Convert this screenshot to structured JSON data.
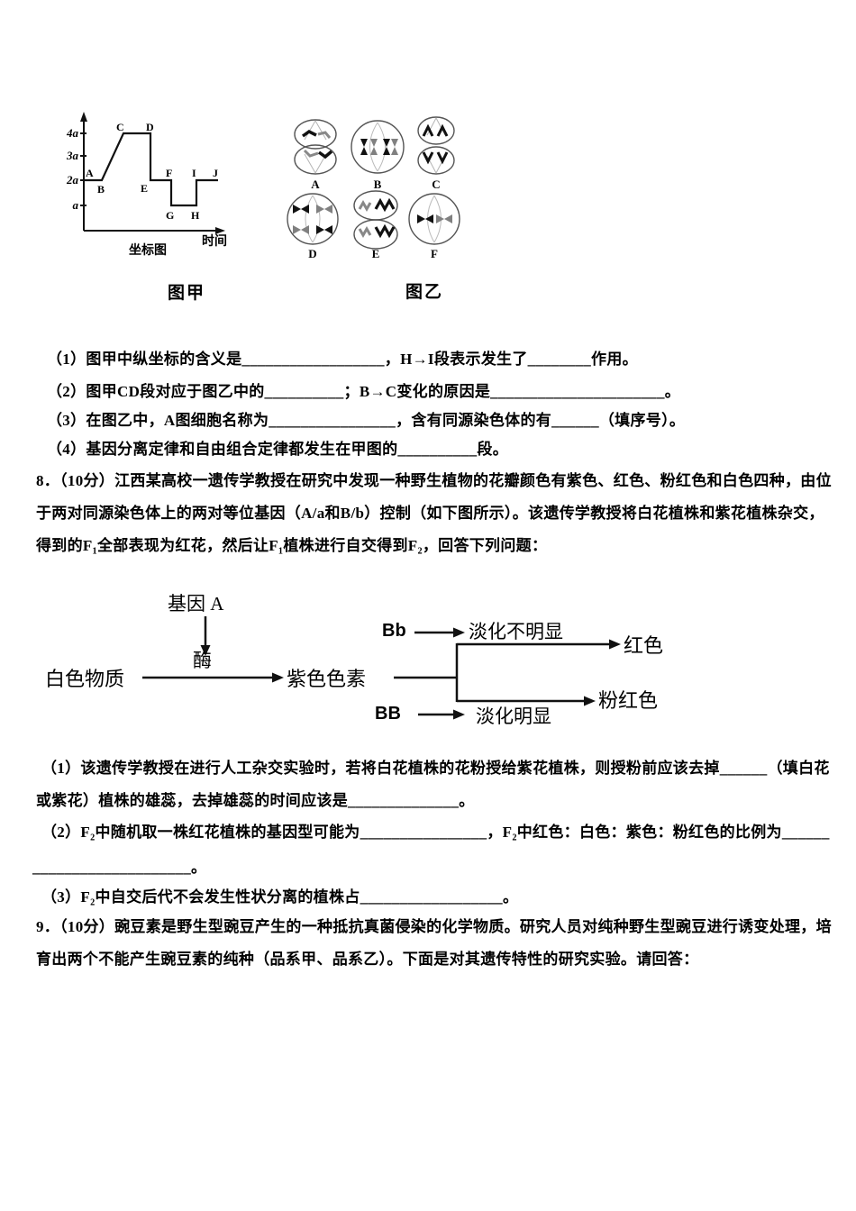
{
  "figure_jia": {
    "caption": "图甲",
    "chart_title": "坐标图",
    "xlabel": "时间",
    "yticks": [
      "4a",
      "3a",
      "2a",
      "a"
    ],
    "point_labels": [
      "A",
      "B",
      "C",
      "D",
      "E",
      "F",
      "G",
      "H",
      "I",
      "J"
    ]
  },
  "figure_yi": {
    "caption": "图乙",
    "cell_labels": [
      "A",
      "B",
      "C",
      "D",
      "E",
      "F"
    ]
  },
  "chart_data": {
    "type": "line",
    "title": "坐标图",
    "xlabel": "时间",
    "ylabel": "",
    "yticks": [
      "a",
      "2a",
      "3a",
      "4a"
    ],
    "grid": false,
    "points": [
      {
        "label": "A",
        "y": "2a"
      },
      {
        "label": "B",
        "y": "2a"
      },
      {
        "label": "C",
        "y": "4a"
      },
      {
        "label": "D",
        "y": "4a"
      },
      {
        "label": "E",
        "y": "2a"
      },
      {
        "label": "F",
        "y": "2a"
      },
      {
        "label": "G",
        "y": "a"
      },
      {
        "label": "H",
        "y": "a"
      },
      {
        "label": "I",
        "y": "2a"
      },
      {
        "label": "J",
        "y": "2a"
      }
    ]
  },
  "q7": {
    "parts": [
      "（1）图甲中纵坐标的含义是__________________，H→I段表示发生了________作用。",
      "（2）图甲CD段对应于图乙中的__________；B→C变化的原因是______________________。",
      "（3）在图乙中，A图细胞名称为________________，含有同源染色体的有______（填序号）。",
      "（4）基因分离定律和自由组合定律都发生在甲图的__________段。"
    ]
  },
  "q8": {
    "stem_lines": [
      "8．（10分）江西某高校一遗传学教授在研究中发现一种野生植物的花瓣颜色有紫色、红色、粉红色和白色四种，由位",
      "于两对同源染色体上的两对等位基因（A/a和B/b）控制（如下图所示）。该遗传学教授将白花植株和紫花植株杂交，",
      "得到的F₁全部表现为红花，然后让F₁植株进行自交得到F₂，回答下列问题："
    ],
    "diagram": {
      "gene_label": "基因 A",
      "enzyme": "酶",
      "substrate": "白色物质",
      "pigment": "紫色色素",
      "branch_top_genotype": "Bb",
      "branch_top_effect": "淡化不明显",
      "branch_top_result": "红色",
      "branch_bottom_genotype": "BB",
      "branch_bottom_effect": "淡化明显",
      "branch_bottom_result": "粉红色"
    },
    "parts": [
      "（1）该遗传学教授在进行人工杂交实验时，若将白花植株的花粉授给紫花植株，则授粉前应该去掉______（填白花",
      "或紫花）植株的雄蕊，去掉雄蕊的时间应该是______________。",
      "（2）F₂中随机取一株红花植株的基因型可能为________________，F₂中红色：白色：紫色：粉红色的比例为______",
      "____________________。",
      "（3）F₂中自交后代不会发生性状分离的植株占__________________。"
    ]
  },
  "q9": {
    "stem_lines": [
      "9．（10分）豌豆素是野生型豌豆产生的一种抵抗真菌侵染的化学物质。研究人员对纯种野生型豌豆进行诱变处理，培",
      "育出两个不能产生豌豆素的纯种（品系甲、品系乙）。下面是对其遗传特性的研究实验。请回答："
    ]
  }
}
